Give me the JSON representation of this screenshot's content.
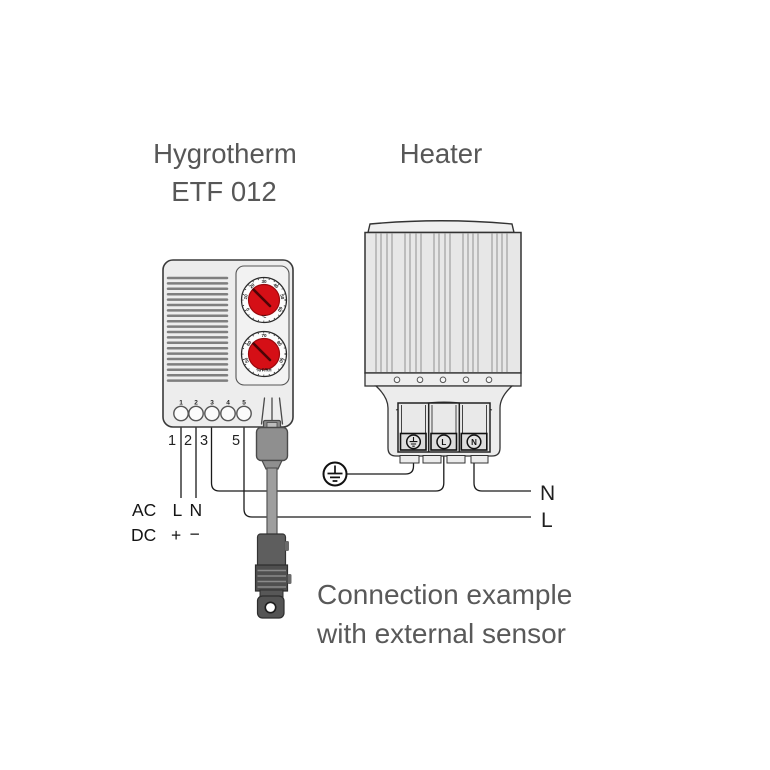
{
  "titles": {
    "hygrotherm_line1": "Hygrotherm",
    "hygrotherm_line2": "ETF 012",
    "heater": "Heater"
  },
  "caption": {
    "line1": "Connection example",
    "line2": "with external sensor"
  },
  "hygrotherm": {
    "terminal_numbers": [
      "1",
      "2",
      "3",
      "4",
      "5"
    ],
    "dial_temperature": {
      "labels": [
        "0",
        "10",
        "20",
        "30",
        "40",
        "50",
        "60"
      ],
      "unit": "°C"
    },
    "dial_humidity": {
      "labels": [
        "50",
        "60",
        "70",
        "80",
        "90"
      ],
      "unit": "%rF/RH"
    }
  },
  "heater": {
    "terminal_l": "L",
    "terminal_n": "N"
  },
  "wiring": {
    "wire_labels": [
      "1",
      "2",
      "3",
      "5"
    ],
    "supply_ac_label": "AC",
    "supply_ac_l": "L",
    "supply_ac_n": "N",
    "supply_dc_label": "DC",
    "supply_dc_plus": "+",
    "supply_dc_minus": "−",
    "mains_n": "N",
    "mains_l": "L"
  },
  "icons": {
    "protective_earth": "⏚"
  },
  "colors": {
    "line": "#1a1a1a",
    "device_fill": "#ededed",
    "knob_red": "#d50f16",
    "text_gray": "#585858"
  }
}
